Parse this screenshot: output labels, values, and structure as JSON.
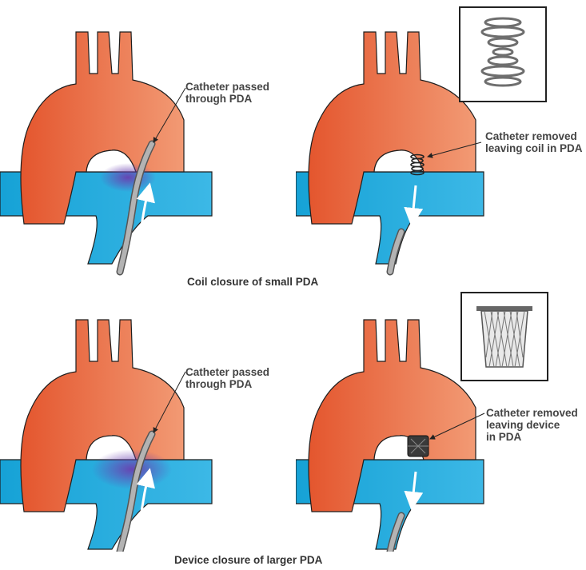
{
  "colors": {
    "aorta": "#e8603a",
    "aorta_light": "#f08a63",
    "pulmonary": "#1aa9dc",
    "pulmonary_light": "#5fc8ee",
    "outline": "#2a2a2a",
    "catheter": "#9a9a9a",
    "shunt": "#7a4fb8"
  },
  "panels": [
    {
      "label": "Catheter passed\nthrough PDA"
    },
    {
      "label": "Catheter removed\nleaving coil in PDA"
    },
    {
      "label": "Catheter passed\nthrough PDA"
    },
    {
      "label": "Catheter removed\nleaving device\nin PDA"
    }
  ],
  "captions": {
    "top": "Coil closure of small PDA",
    "bottom": "Device closure of larger PDA"
  },
  "insets": {
    "coil": "coil-icon",
    "device": "occluder-device-icon"
  }
}
